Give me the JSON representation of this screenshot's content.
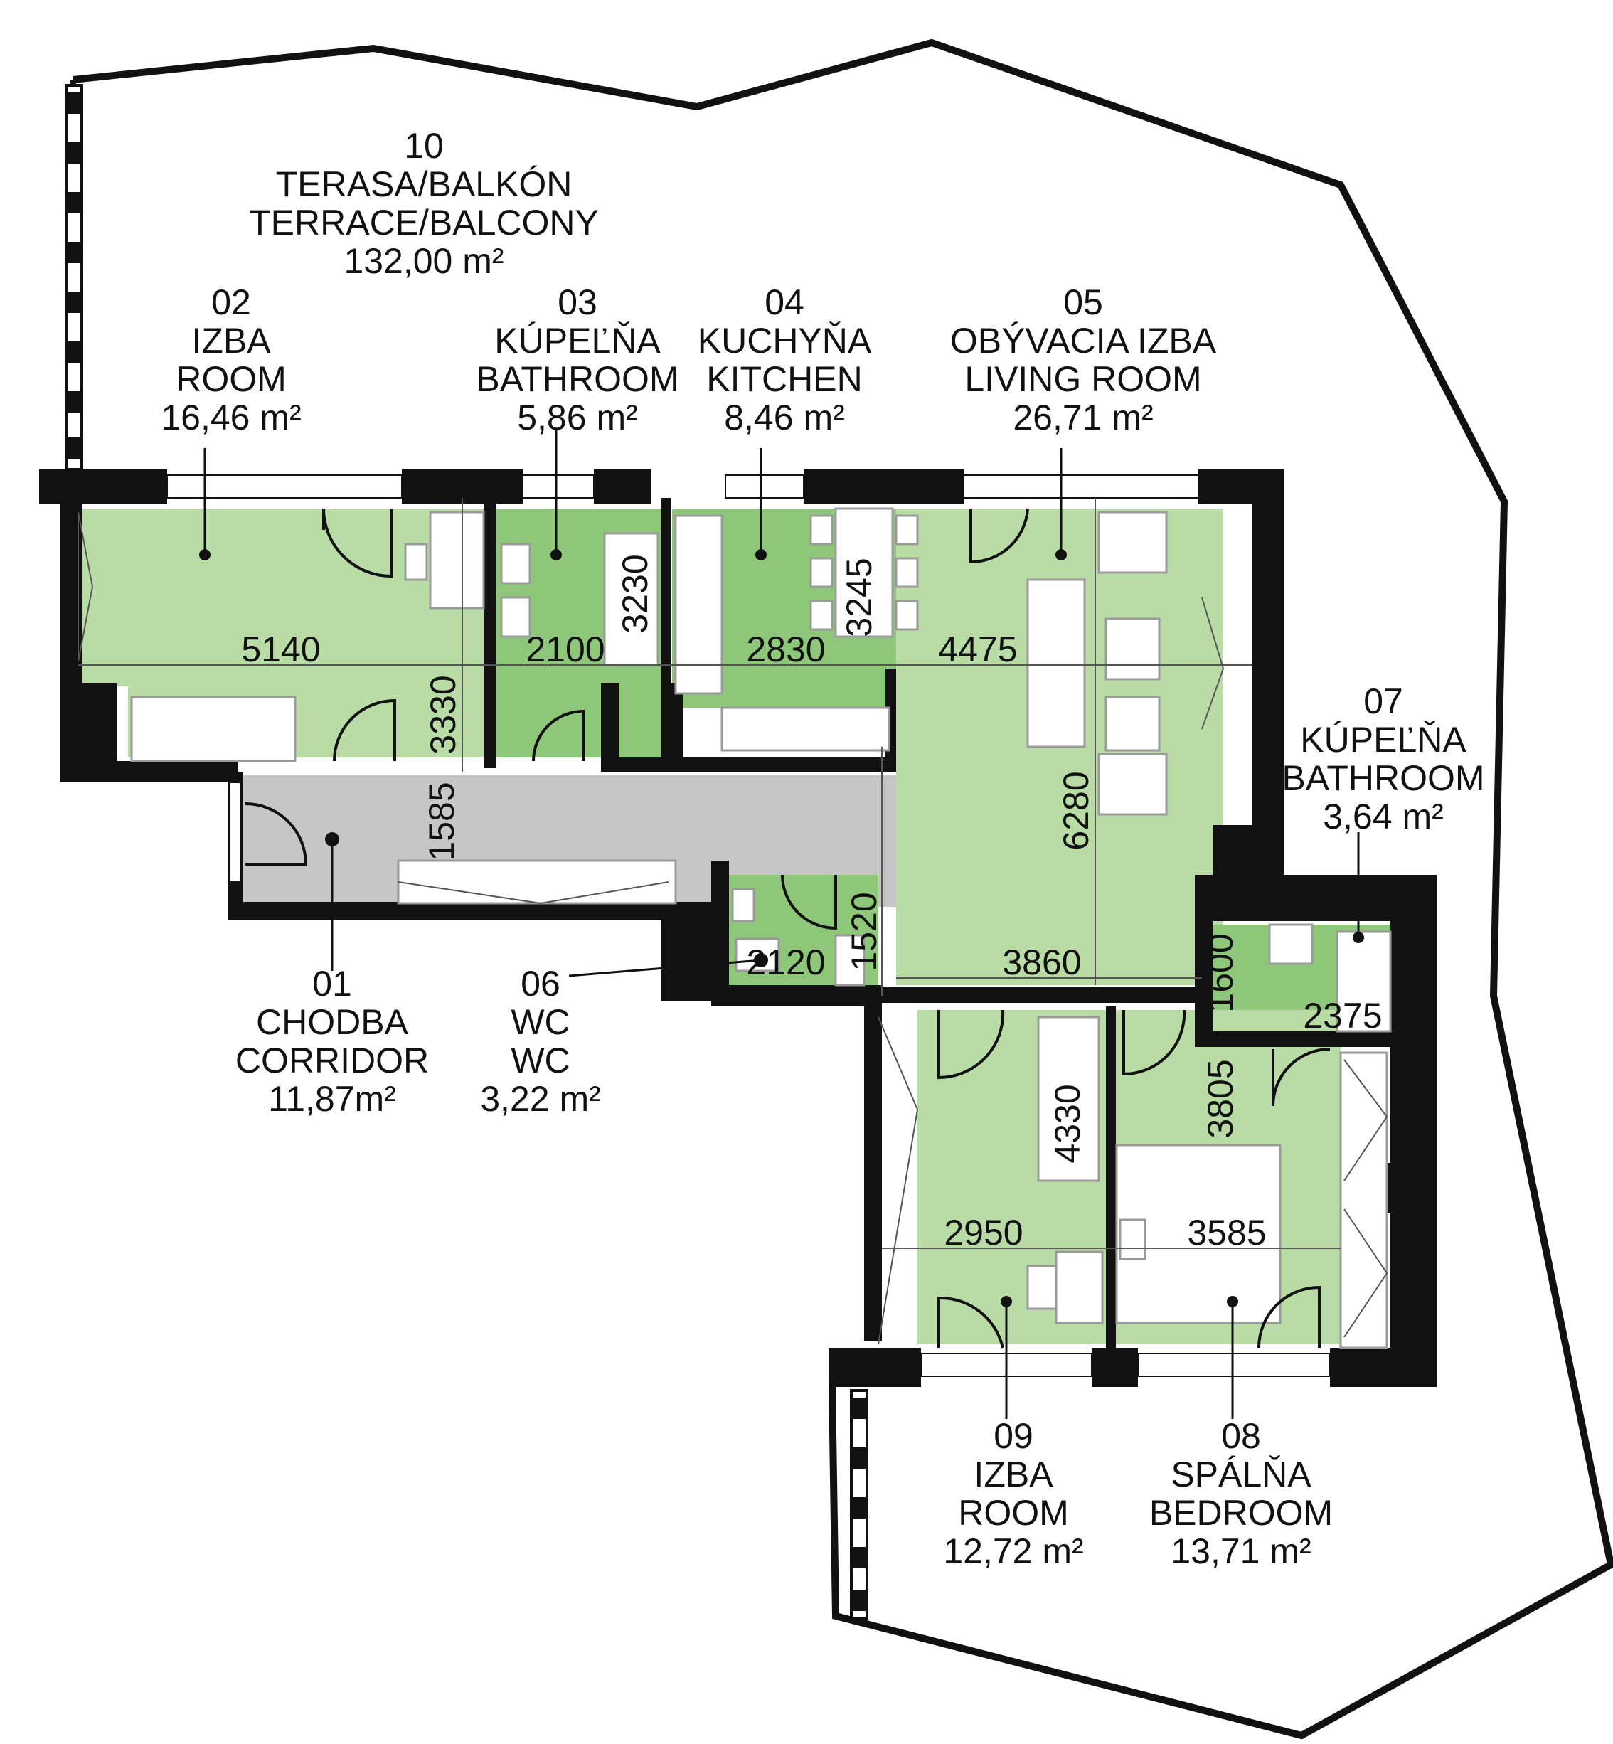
{
  "rooms": {
    "terrace": {
      "no": "10",
      "name_sk": "TERASA/BALKÓN",
      "name_en": "TERRACE/BALCONY",
      "area": "132,00 m²"
    },
    "room02": {
      "no": "02",
      "name_sk": "IZBA",
      "name_en": "ROOM",
      "area": "16,46 m²"
    },
    "bath03": {
      "no": "03",
      "name_sk": "KÚPEĽŇA",
      "name_en": "BATHROOM",
      "area": "5,86 m²"
    },
    "kitchen04": {
      "no": "04",
      "name_sk": "KUCHYŇA",
      "name_en": "KITCHEN",
      "area": "8,46 m²"
    },
    "living05": {
      "no": "05",
      "name_sk": "OBÝVACIA IZBA",
      "name_en": "LIVING ROOM",
      "area": "26,71 m²"
    },
    "bath07": {
      "no": "07",
      "name_sk": "KÚPEĽŇA",
      "name_en": "BATHROOM",
      "area": "3,64 m²"
    },
    "corr01": {
      "no": "01",
      "name_sk": "CHODBA",
      "name_en": "CORRIDOR",
      "area": "11,87m²"
    },
    "wc06": {
      "no": "06",
      "name_sk": "WC",
      "name_en": "WC",
      "area": "3,22 m²"
    },
    "room09": {
      "no": "09",
      "name_sk": "IZBA",
      "name_en": "ROOM",
      "area": "12,72 m²"
    },
    "bed08": {
      "no": "08",
      "name_sk": "SPÁLŇA",
      "name_en": "BEDROOM",
      "area": "13,71 m²"
    }
  },
  "dimensions": {
    "d5140": "5140",
    "d3330": "3330",
    "d2100": "2100",
    "d3230": "3230",
    "d2830": "2830",
    "d3245": "3245",
    "d4475": "4475",
    "d6280": "6280",
    "d1585": "1585",
    "d1520": "1520",
    "d2120": "2120",
    "d3860": "3860",
    "d1600": "1600",
    "d2375": "2375",
    "d3805": "3805",
    "d4330": "4330",
    "d2950": "2950",
    "d3585": "3585"
  },
  "colors": {
    "room": "#b9dca7",
    "wet_room": "#8fc77a",
    "corridor": "#c6c6c6",
    "wall": "#111111"
  }
}
